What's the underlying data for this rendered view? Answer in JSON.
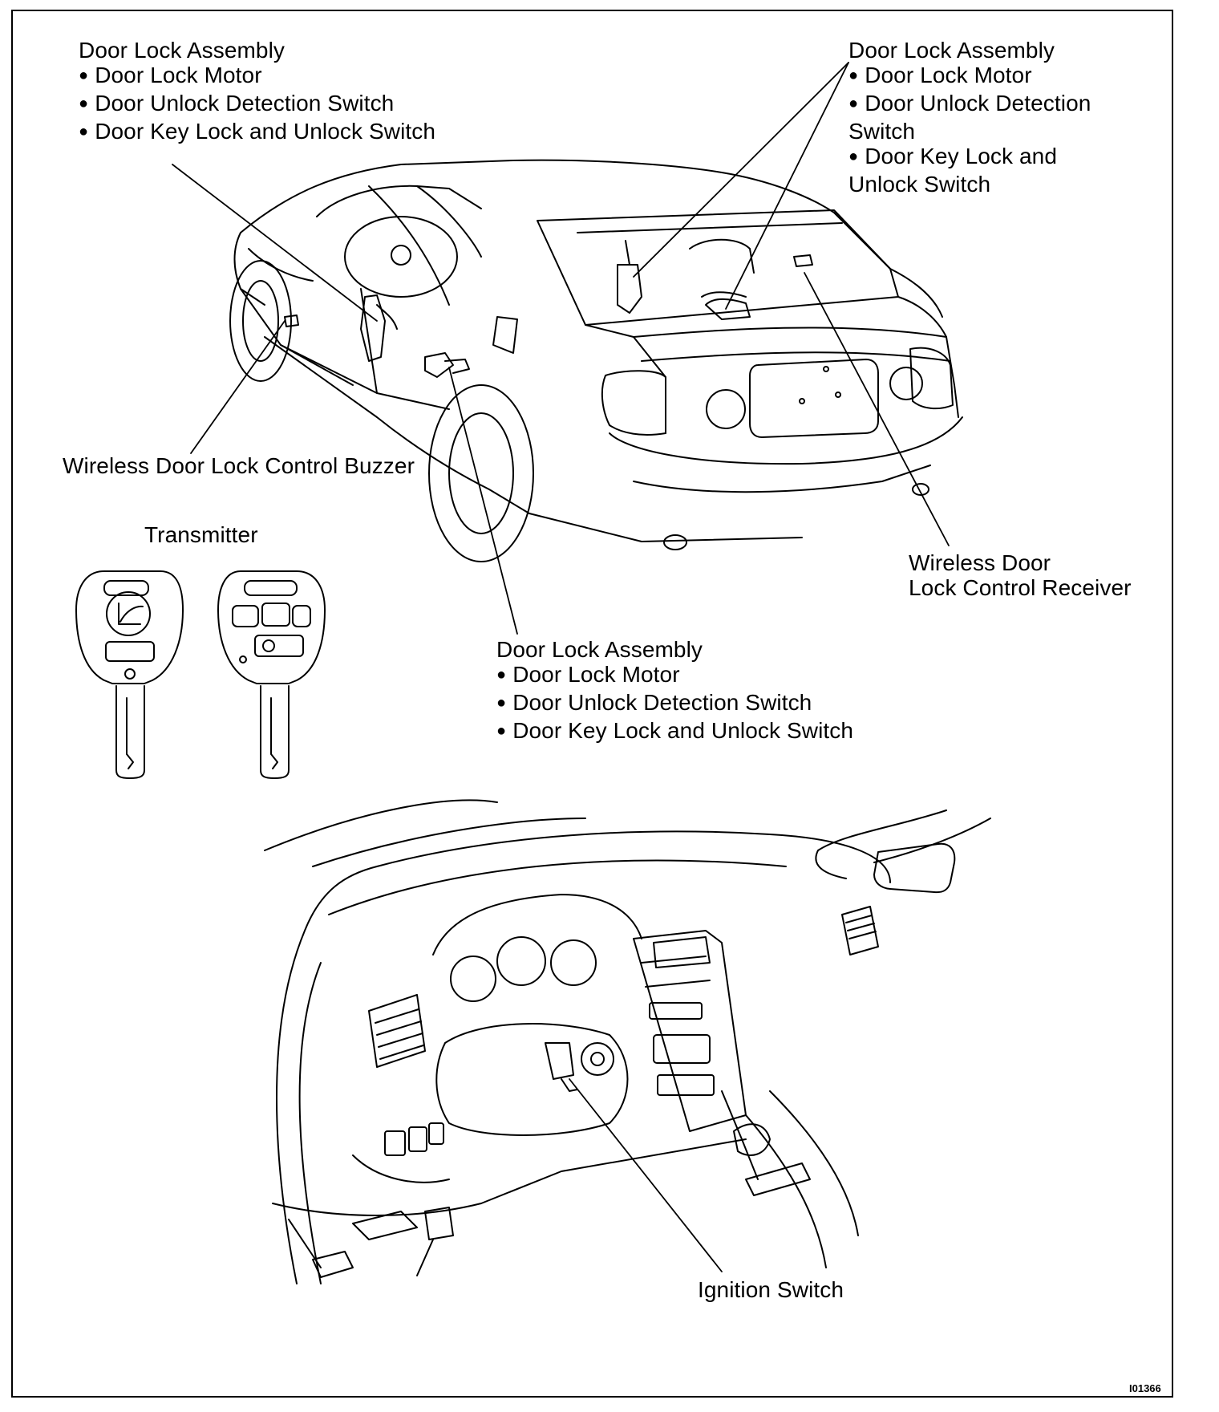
{
  "labels": {
    "top_left": {
      "title": "Door Lock Assembly",
      "items": [
        "Door Lock Motor",
        "Door Unlock Detection Switch",
        "Door Key Lock and Unlock Switch"
      ]
    },
    "top_right": {
      "title": "Door Lock Assembly",
      "items": [
        "Door Lock Motor",
        "Door Unlock Detection Switch",
        "Door Key Lock and Unlock Switch"
      ]
    },
    "middle": {
      "title": "Door Lock Assembly",
      "items": [
        "Door Lock Motor",
        "Door Unlock Detection Switch",
        "Door Key Lock and Unlock Switch"
      ]
    },
    "buzzer": "Wireless Door Lock Control Buzzer",
    "transmitter": "Transmitter",
    "receiver_line1": "Wireless Door",
    "receiver_line2": "Lock Control Receiver",
    "ignition": "Ignition Switch"
  },
  "figure_code": "I01366"
}
